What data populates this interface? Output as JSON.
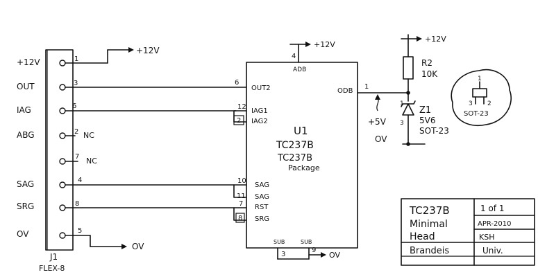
{
  "connector": {
    "ref": "J1",
    "type": "FLEX-8",
    "pins": [
      {
        "label": "+12V",
        "number": "1",
        "note": "",
        "net": "+12V"
      },
      {
        "label": "OUT",
        "number": "3",
        "note": "",
        "net": ""
      },
      {
        "label": "IAG",
        "number": "6",
        "note": "",
        "net": ""
      },
      {
        "label": "ABG",
        "number": "2",
        "note": "NC",
        "net": ""
      },
      {
        "label": "",
        "number": "7",
        "note": "NC",
        "net": ""
      },
      {
        "label": "SAG",
        "number": "4",
        "note": "",
        "net": ""
      },
      {
        "label": "SRG",
        "number": "8",
        "note": "",
        "net": ""
      },
      {
        "label": "OV",
        "number": "5",
        "note": "",
        "net": "OV"
      }
    ]
  },
  "chip": {
    "ref": "U1",
    "part": "TC237B",
    "package_line1": "TC237B",
    "package_line2": "Package",
    "top_pin": {
      "number": "4",
      "name": "ADB",
      "net": "+12V"
    },
    "left_pins": [
      {
        "number": "6",
        "name": "OUT2"
      },
      {
        "number": "12",
        "name": "IAG1"
      },
      {
        "number": "2",
        "name": "IAG2"
      },
      {
        "number": "10",
        "name": "SAG"
      },
      {
        "number": "11",
        "name": "SAG"
      },
      {
        "number": "7",
        "name": "RST"
      },
      {
        "number": "8",
        "name": "SRG"
      }
    ],
    "right_pin": {
      "number": "1",
      "name": "ODB"
    },
    "bottom_pins": [
      {
        "number": "3",
        "name": "SUB"
      },
      {
        "number": "9",
        "name": "SUB"
      }
    ],
    "bottom_net": "OV"
  },
  "resistor": {
    "ref": "R2",
    "value": "10K",
    "net": "+12V"
  },
  "zener": {
    "ref": "Z1",
    "value": "5V6",
    "package": "SOT-23",
    "pin_top": "1",
    "pin_bottom": "3",
    "net": "OV"
  },
  "odb_annotation": "+5V",
  "sot23_sketch": {
    "pin_top": "1",
    "pin_left": "3",
    "pin_right": "2",
    "label": "SOT-23"
  },
  "title_block": {
    "title_lines": [
      "TC237B",
      "Minimal",
      "Head"
    ],
    "sheet": "1 of 1",
    "date": "APR-2010",
    "author": "KSH",
    "org_left": "Brandeis",
    "org_right": "Univ."
  }
}
